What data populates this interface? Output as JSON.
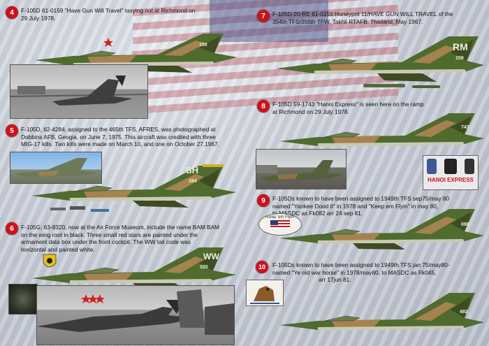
{
  "entries": [
    {
      "number": "4",
      "caption_lines": [
        "F-105D 61-0159 \"Have Gun Will Travel\" taxying out at Richmond on",
        "29 July 1978."
      ]
    },
    {
      "number": "5",
      "caption_lines": [
        "F-105D, 62-4284, assigned to the 465th TFS, AFRES, was photographed at",
        "Dobbins AFB, Geogia, on June 7, 1975. This aircraft was credited with three",
        "MIG-17 kills. Two kills were made on March 10, and one on October 27,1967."
      ]
    },
    {
      "number": "6",
      "caption_lines": [
        "F-105G, 63-8320, now at the Air Force Museum, include the name BAM BAM",
        "on the wing root in black. Three small red stars are painted under the",
        "armament data box under the front cockpit. The WW tail code was",
        "horizontal and painted white."
      ]
    },
    {
      "number": "7",
      "caption_lines": [
        "F-105D-20-RE 61-0159 Honeypot 11/HAVE GUN WILL TRAVEL of the",
        "354th TFS/355th TFW, Takhli RTAFB, Thailand, May 1967."
      ]
    },
    {
      "number": "8",
      "caption_lines": [
        "F-105D 59-1743 \"Hanoi Express\" is seen here on the ramp",
        "at Richmond on 29 July 1978."
      ]
    },
    {
      "number": "9",
      "caption_lines": [
        "F-105Ds known to have been assigned to 1949th TFS sep75/may 80",
        "named \"Yankee Dood it\" in 1978 and \"Keep em Flyin\" in may 80,",
        "to MASDC as Fk082 arr 24 sep 81."
      ]
    },
    {
      "number": "10",
      "caption_lines": [
        "F-105Ds known to have been assigned to 1949th TFS jan 75/may80-",
        "named \"Ye old war  horse\" in 1978/may80, to MASDC as Fk045,",
        "arr 17jun 81."
      ]
    }
  ],
  "tail_codes": {
    "p4": "159",
    "p5": "SH",
    "p5_serial": "284",
    "p6": "WW",
    "p6_serial": "320",
    "p7": "RM",
    "p7_serial": "159",
    "p8": "743",
    "p9": "086",
    "p10": "492"
  },
  "emblems": {
    "hanoi_express": "HANOI EXPRESS",
    "keep_em_flyin": "Keep 'em Flyin"
  },
  "colors": {
    "badge": "#c8141e",
    "camo_green": "#4f6b2e",
    "camo_tan": "#a5824f",
    "camo_dark": "#3d4c22",
    "underside": "#c9c9b5"
  }
}
